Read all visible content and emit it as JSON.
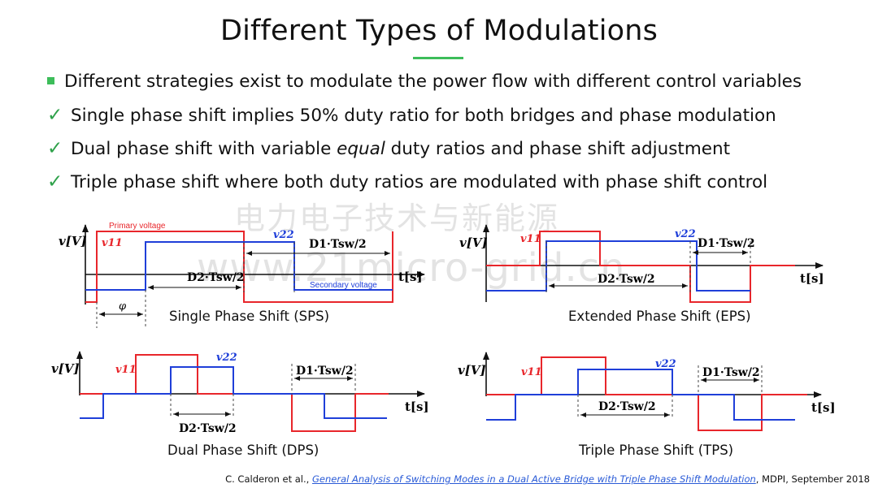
{
  "slide": {
    "title": "Different Types of Modulations",
    "bullets": [
      {
        "marker": "square",
        "text": "Different strategies exist to modulate the power flow with different control variables"
      },
      {
        "marker": "check",
        "text": "Single phase shift implies 50% duty ratio for both bridges and phase modulation"
      },
      {
        "marker": "check",
        "text_before": "Dual phase shift with variable ",
        "text_emph": "equal",
        "text_after": " duty ratios and phase shift adjustment"
      },
      {
        "marker": "check",
        "text": "Triple phase shift where both duty ratios are modulated with phase shift control"
      }
    ],
    "watermark": {
      "line1": "电力电子技术与新能源",
      "line2": "www.21micro-grid.cn"
    },
    "diagrams": {
      "axis_v": "v[V]",
      "axis_t": "t[s]",
      "v11": "v11",
      "v22": "v22",
      "d1": "D1·Tsw/2",
      "d2": "D2·Tsw/2",
      "phi": "φ",
      "primary_label": "Primary voltage",
      "secondary_label": "Secondary voltage",
      "captions": {
        "sps": "Single Phase Shift (SPS)",
        "eps": "Extended Phase Shift (EPS)",
        "dps": "Dual Phase Shift (DPS)",
        "tps": "Triple Phase Shift (TPS)"
      },
      "colors": {
        "primary": "#e8262b",
        "secondary": "#1f3fd9",
        "axis": "#111111"
      }
    },
    "reference": {
      "prefix": "C. Calderon et al., ",
      "link": "General Analysis of Switching Modes in a Dual Active Bridge with Triple Phase Shift Modulation",
      "suffix": ", MDPI, September 2018"
    }
  }
}
